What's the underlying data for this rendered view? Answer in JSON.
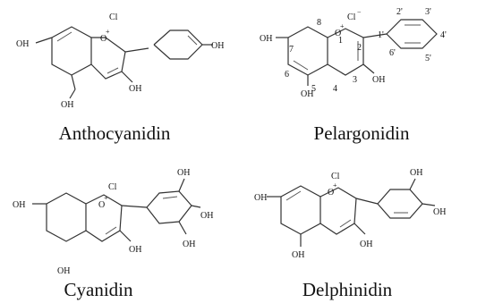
{
  "structures": [
    {
      "caption": "Anthocyanidin",
      "labels": {
        "oh_left": "OH",
        "cl": "Cl",
        "oplus": "O",
        "plus": "+",
        "oh_right": "OH",
        "oh_bottom": "OH",
        "oh_mid": "OH"
      }
    },
    {
      "caption": "Pelargonidin",
      "labels": {
        "oh_left": "OH",
        "cl": "Cl",
        "minus": "−",
        "oplus": "O",
        "plus": "+",
        "oh_bottom": "OH",
        "oh_right": "OH"
      },
      "position_numbers": {
        "n1": "1",
        "n2": "2",
        "n3": "3",
        "n4": "4",
        "n5": "5",
        "n6": "6",
        "n7": "7",
        "n8": "8",
        "n1p": "1'",
        "n2p": "2'",
        "n3p": "3'",
        "n4p": "4'",
        "n5p": "5'",
        "n6p": "6'"
      }
    },
    {
      "caption": "Cyanidin",
      "labels": {
        "oh_left": "OH",
        "cl": "Cl",
        "oplus": "O",
        "plus": "+",
        "oh_top": "OH",
        "oh_right": "OH",
        "oh_rb": "OH",
        "oh_mid": "OH",
        "oh_bottom": "OH"
      }
    },
    {
      "caption": "Delphinidin",
      "labels": {
        "oh_left": "OH",
        "cl": "Cl",
        "oplus": "O",
        "plus": "+",
        "oh_top": "OH",
        "oh_right": "OH",
        "oh_bottom": "OH",
        "oh_mid": "OH"
      }
    }
  ]
}
